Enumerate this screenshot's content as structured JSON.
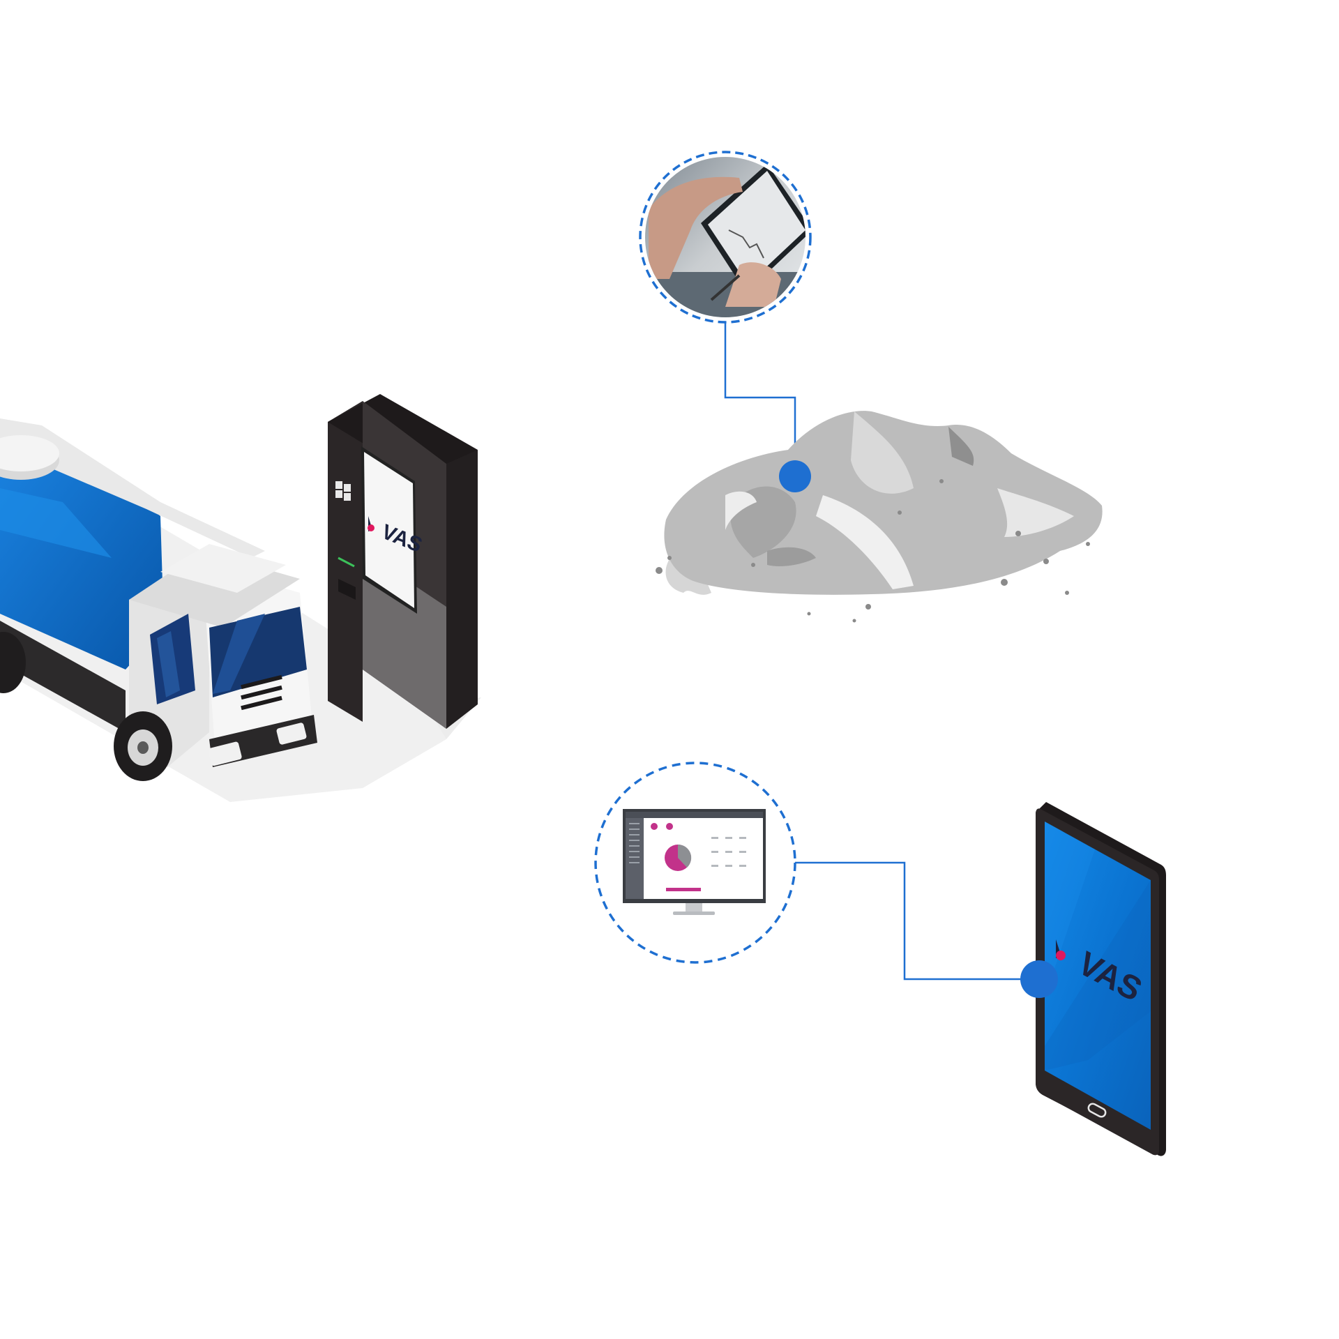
{
  "kiosk": {
    "brand_label": "VAS"
  },
  "tablet": {
    "brand_label": "VAS"
  },
  "colors": {
    "accent_blue": "#1e6fd1",
    "truck_tank_blue": "#0b6fd0",
    "device_screen_blue": "#0a78d6",
    "logo_magenta": "#e0185e",
    "logo_navy": "#1c2340",
    "kiosk_dark": "#2a2526",
    "pile_gray": "#bdbdbd"
  },
  "icons": {
    "truck": "tanker-truck-icon",
    "kiosk": "vas-kiosk-terminal-icon",
    "pile": "gravel-pile-icon",
    "photo_circle": "handheld-signature-photo",
    "monitor_circle": "dashboard-monitor-icon",
    "tablet": "vas-tablet-icon"
  }
}
